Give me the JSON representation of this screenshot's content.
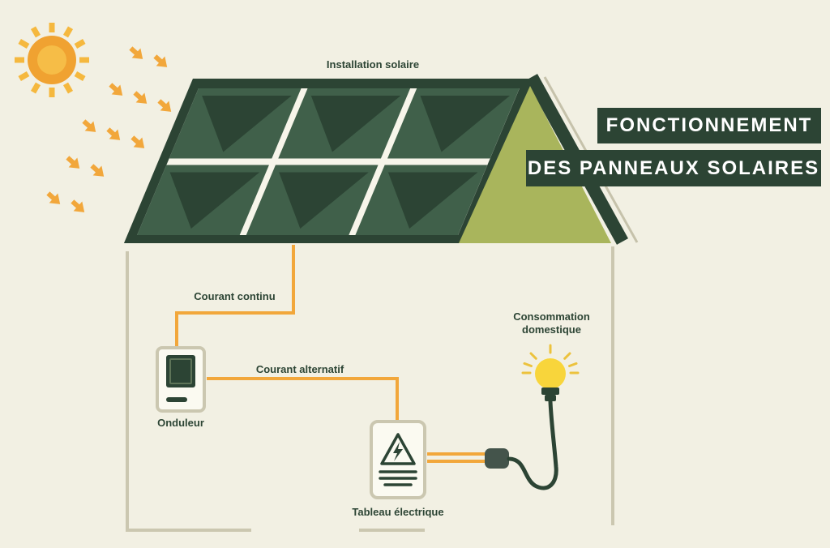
{
  "header": {
    "banner_line1": "FONCTIONNEMENT",
    "banner_line2": "DES PANNEAUX SOLAIRES"
  },
  "diagram": {
    "installation_label": "Installation solaire",
    "dc_label": "Courant continu",
    "ac_label": "Courant alternatif",
    "inverter_label": "Onduleur",
    "electrical_panel_label": "Tableau électrique",
    "consumption_label": "Consommation domestique"
  },
  "icons": {
    "sun": "sun-with-rays",
    "energy_arrows": "orange-sunlight-arrows",
    "solar_panels": "roof-solar-panel-grid",
    "inverter_box": "inverter-device",
    "electrical_panel_box": "breaker-panel-with-lightning-triangle",
    "plug": "power-plug",
    "bulb": "glowing-lightbulb"
  },
  "colors": {
    "background": "#f2f0e3",
    "dark_green": "#2c4434",
    "panel_green": "#40604a",
    "olive": "#a9b55c",
    "orange": "#f2a73b",
    "sun_orange": "#f0a231",
    "outline_gray": "#cbc7b0",
    "bulb_yellow": "#f8d53b",
    "banner_text": "#ffffff"
  }
}
